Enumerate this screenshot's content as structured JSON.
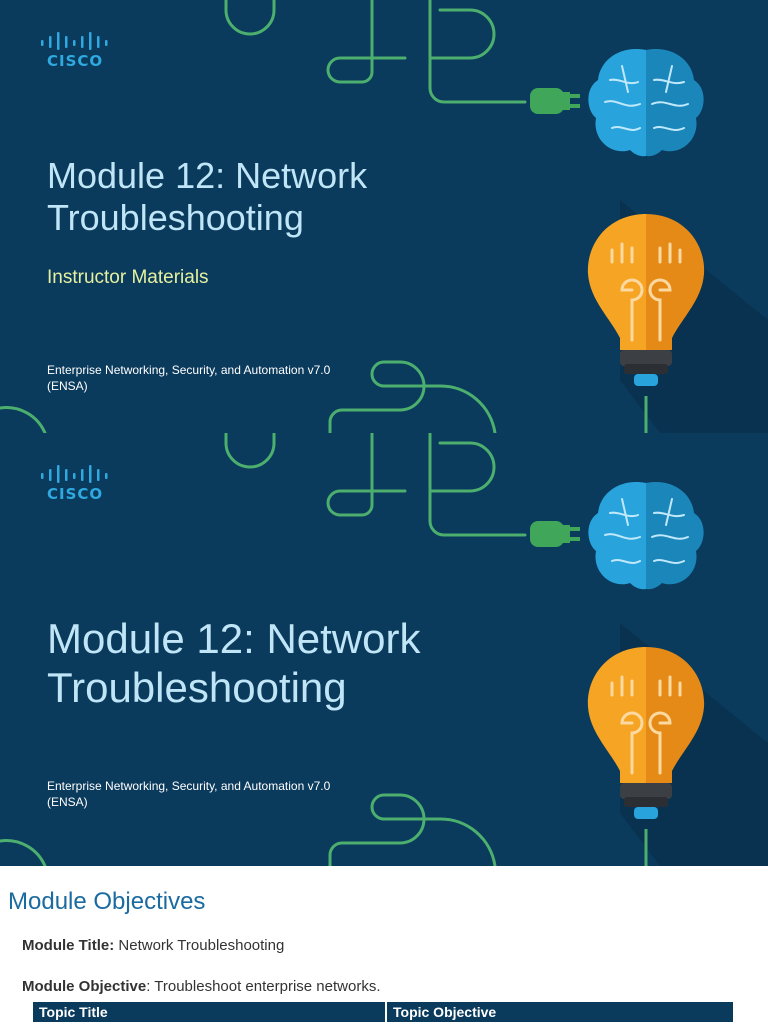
{
  "slide1": {
    "logo_text": "CISCO",
    "title": "Module 12: Network Troubleshooting",
    "subtitle": "Instructor Materials",
    "course_line1": "Enterprise Networking, Security, and Automation v7.0",
    "course_line2": "(ENSA)"
  },
  "slide2": {
    "logo_text": "CISCO",
    "title": "Module 12: Network Troubleshooting",
    "course_line1": "Enterprise Networking, Security, and Automation v7.0",
    "course_line2": "(ENSA)"
  },
  "objectives": {
    "heading": "Module Objectives",
    "module_title_label": "Module Title:",
    "module_title_value": " Network Troubleshooting",
    "module_objective_label": "Module Objective",
    "module_objective_value": ": Troubleshoot enterprise networks.",
    "table_headers": [
      "Topic Title",
      "Topic Objective"
    ]
  },
  "colors": {
    "slide_bg": "#0a3a5c",
    "title": "#bfe5f7",
    "subtitle": "#e6f0a0",
    "line_green": "#4caf6e",
    "brain_blue": "#29a3dc",
    "bulb_orange": "#f39a1e",
    "heading_blue": "#1b6aa0"
  },
  "icons": [
    "cisco-logo",
    "brain-icon",
    "lightbulb-icon",
    "plug-icon"
  ]
}
